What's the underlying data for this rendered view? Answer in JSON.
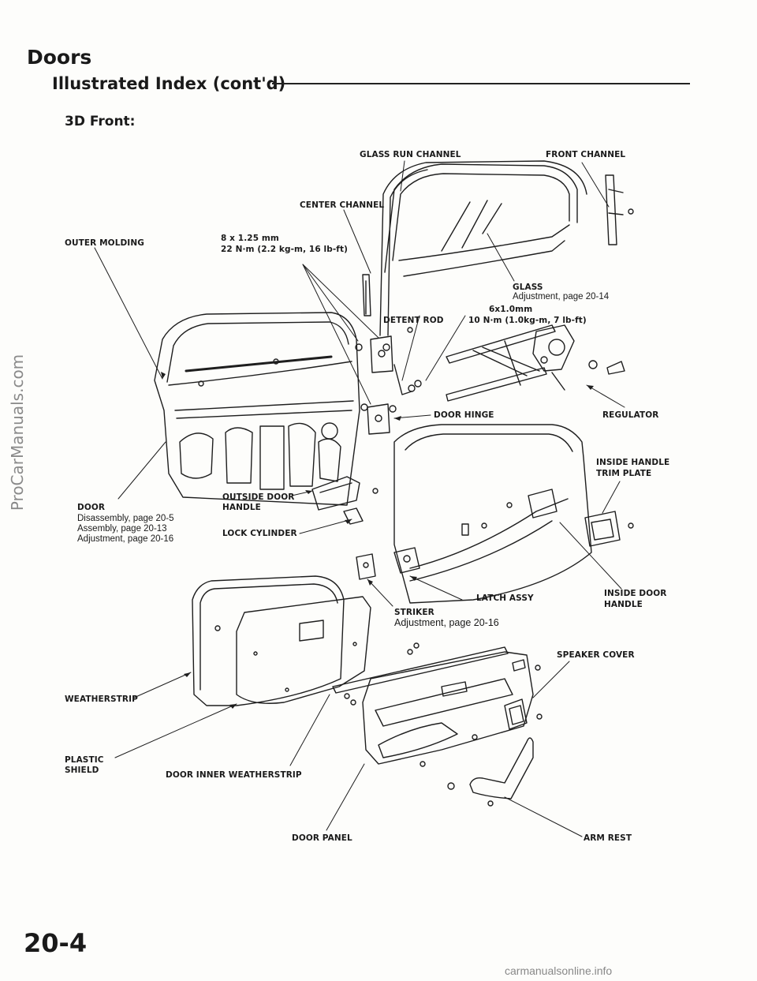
{
  "header": {
    "section": "Doors",
    "title": "Illustrated Index (cont'd)",
    "subtitle": "3D Front:"
  },
  "labels": {
    "glass_run_channel": "GLASS RUN CHANNEL",
    "front_channel": "FRONT CHANNEL",
    "center_channel": "CENTER CHANNEL",
    "outer_molding": "OUTER MOLDING",
    "bolt_8_size": "8 x 1.25 mm",
    "bolt_8_torque": "22 N·m (2.2 kg-m, 16 lb-ft)",
    "glass": "GLASS",
    "glass_adjust": "Adjustment, page 20-14",
    "bolt_6_size": "6x1.0mm",
    "bolt_6_torque": "10 N·m (1.0kg-m, 7 lb-ft)",
    "detent_rod": "DETENT ROD",
    "door_hinge": "DOOR HINGE",
    "regulator": "REGULATOR",
    "inside_handle_trim_1": "INSIDE HANDLE",
    "inside_handle_trim_2": "TRIM PLATE",
    "door": "DOOR",
    "door_disassembly": "Disassembly, page 20-5",
    "door_assembly": "Assembly, page 20-13",
    "door_adjust": "Adjustment, page 20-16",
    "outside_handle_1": "OUTSIDE DOOR",
    "outside_handle_2": "HANDLE",
    "lock_cylinder": "LOCK CYLINDER",
    "latch_assy": "LATCH ASSY",
    "inside_door_handle_1": "INSIDE DOOR",
    "inside_door_handle_2": "HANDLE",
    "striker": "STRIKER",
    "striker_adjust": "Adjustment, page 20-16",
    "speaker_cover": "SPEAKER COVER",
    "weatherstrip": "WEATHERSTRIP",
    "plastic_shield_1": "PLASTIC",
    "plastic_shield_2": "SHIELD",
    "door_inner_weatherstrip": "DOOR INNER WEATHERSTRIP",
    "door_panel": "DOOR PANEL",
    "arm_rest": "ARM REST"
  },
  "footer": {
    "page_number": "20-4",
    "side_watermark": "ProCarManuals.com",
    "bottom_watermark": "carmanualsonline.info"
  }
}
